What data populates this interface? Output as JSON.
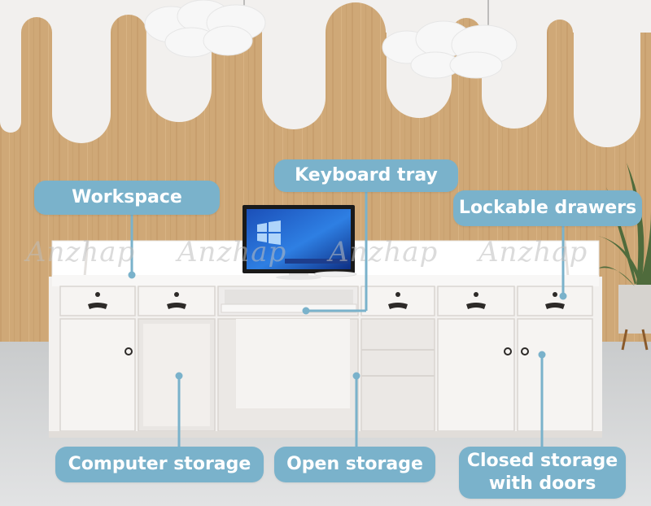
{
  "callouts": {
    "workspace": "Workspace",
    "keyboard_tray": "Keyboard tray",
    "lockable_drawers": "Lockable drawers",
    "computer_storage": "Computer storage",
    "open_storage": "Open storage",
    "closed_storage_line1": "Closed storage",
    "closed_storage_line2": "with doors"
  },
  "watermark": {
    "text": "Anzhap"
  },
  "colors": {
    "callout_bg": "#7ab2cb",
    "callout_text": "#ffffff",
    "wall_wood": "#cfa877",
    "desk_white": "#f6f4f2",
    "floor": "#dadcdd"
  },
  "icons": {
    "monitor": "monitor-icon",
    "windows_logo": "windows-logo-icon",
    "drawer_handle": "drawer-handle-icon",
    "door_knob": "door-knob-icon",
    "cloud_lamp": "cloud-lamp-icon",
    "plant": "plant-icon"
  }
}
